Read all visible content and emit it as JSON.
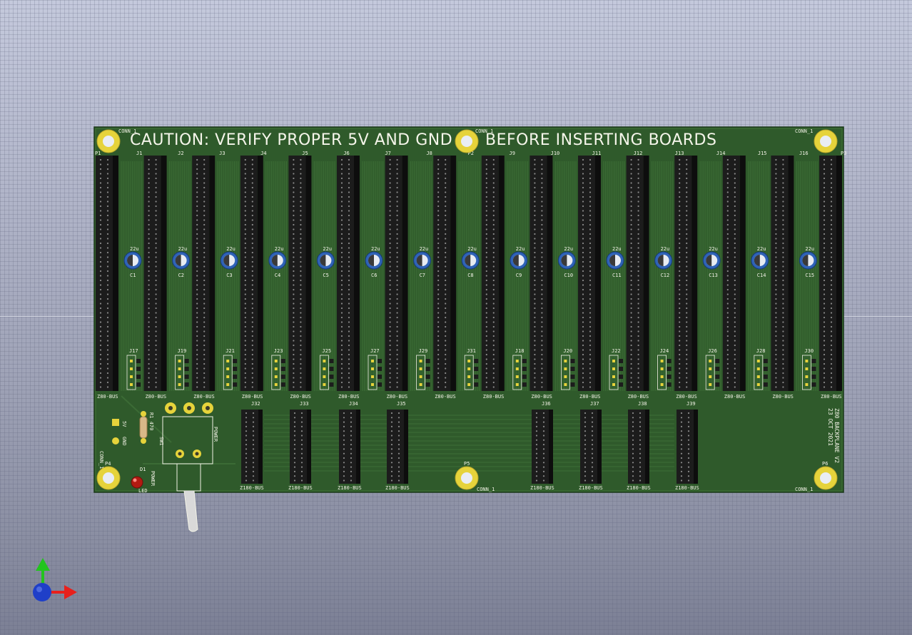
{
  "board": {
    "caution_text": "CAUTION: VERIFY PROPER 5V AND GND",
    "caution_text_2": "BEFORE INSERTING BOARDS",
    "title_line_1": "Z80 BACKPLANE V2",
    "title_line_2": "23 OCT 2021",
    "colors": {
      "board": "#2f5a2b",
      "board_dark": "#234a22",
      "copper_trace": "#3b6b35",
      "silkscreen": "#f2f2e6",
      "pad_gold": "#e6d33b",
      "header_black": "#1c1c1c",
      "cap_blue": "#2f63b8"
    }
  },
  "connectors_top": [
    "P1",
    "J1",
    "J2",
    "J3",
    "J4",
    "J5",
    "J6",
    "J7",
    "J8",
    "P2",
    "J9",
    "J10",
    "J11",
    "J12",
    "J13",
    "J14",
    "J15",
    "J16",
    "P3"
  ],
  "capacitors": [
    {
      "ref": "C1",
      "value": "22u"
    },
    {
      "ref": "C2",
      "value": "22u"
    },
    {
      "ref": "C3",
      "value": "22u"
    },
    {
      "ref": "C4",
      "value": "22u"
    },
    {
      "ref": "C5",
      "value": "22u"
    },
    {
      "ref": "C6",
      "value": "22u"
    },
    {
      "ref": "C7",
      "value": "22u"
    },
    {
      "ref": "C8",
      "value": "22u"
    },
    {
      "ref": "C9",
      "value": "22u"
    },
    {
      "ref": "C10",
      "value": "22u"
    },
    {
      "ref": "C11",
      "value": "22u"
    },
    {
      "ref": "C12",
      "value": "22u"
    },
    {
      "ref": "C13",
      "value": "22u"
    },
    {
      "ref": "C14",
      "value": "22u"
    },
    {
      "ref": "C15",
      "value": "22u"
    }
  ],
  "jumpers": [
    "J17",
    "J19",
    "J21",
    "J23",
    "J25",
    "J27",
    "J29",
    "J31",
    "J18",
    "J20",
    "J22",
    "J24",
    "J26",
    "J28",
    "J30"
  ],
  "bus_labels_top": [
    "Z80-BUS",
    "Z80-BUS",
    "Z80-BUS",
    "Z80-BUS",
    "Z80-BUS",
    "Z80-BUS",
    "Z80-BUS",
    "Z80-BUS",
    "Z80-BUS",
    "Z80-BUS",
    "Z80-BUS",
    "Z80-BUS",
    "Z80-BUS",
    "Z80-BUS",
    "Z80-BUS",
    "Z80-BUS"
  ],
  "lower_connectors": [
    {
      "ref": "J32",
      "bus": "Z180-BUS"
    },
    {
      "ref": "J33",
      "bus": "Z180-BUS"
    },
    {
      "ref": "J34",
      "bus": "Z180-BUS"
    },
    {
      "ref": "J35",
      "bus": "Z180-BUS"
    },
    {
      "ref": "J36",
      "bus": "Z180-BUS"
    },
    {
      "ref": "J37",
      "bus": "Z180-BUS"
    },
    {
      "ref": "J38",
      "bus": "Z180-BUS"
    },
    {
      "ref": "J39",
      "bus": "Z180-BUS"
    }
  ],
  "misc_labels": {
    "conn_1": "CONN_1",
    "p4": "P4",
    "p5": "P5",
    "p6": "P6",
    "label_5v": "5V",
    "label_gnd": "GND",
    "label_power": "POWER",
    "label_led": "LED",
    "label_d1": "D1",
    "label_r": "R1 470",
    "label_sw": "SW1"
  },
  "axis_gizmo": {
    "x_color": "#e8201c",
    "y_color": "#22c41e",
    "z_color": "#1f3fc8"
  }
}
